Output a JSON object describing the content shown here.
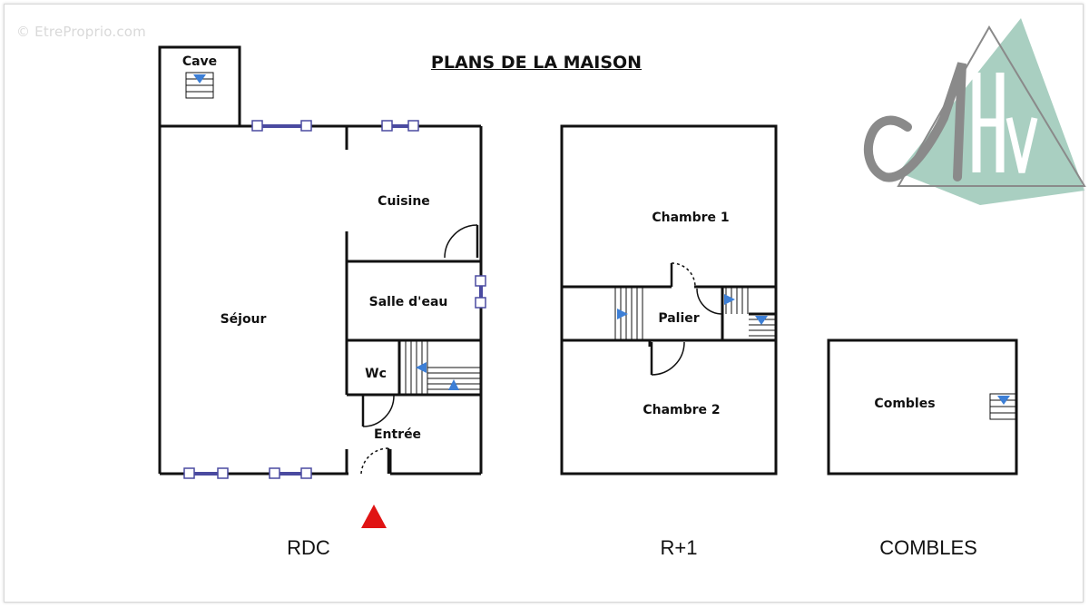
{
  "watermark": "© EtreProprio.com",
  "title": "PLANS DE LA MAISON",
  "levels": [
    "RDC",
    "R+1",
    "COMBLES"
  ],
  "rooms": {
    "cave": "Cave",
    "cuisine": "Cuisine",
    "sejour": "Séjour",
    "salle_eau": "Salle d'eau",
    "wc": "Wc",
    "entree": "Entrée",
    "chambre1": "Chambre 1",
    "chambre2": "Chambre 2",
    "palier": "Palier",
    "combles": "Combles"
  },
  "logo": {
    "letters": "AHv",
    "colors": {
      "triangle": "#a9cfc1",
      "letters": "#8a8a8a"
    }
  },
  "colors": {
    "wall": "#111111",
    "window": "#4a4aa0",
    "stair_arrow": "#3d7fd6",
    "entrance_marker": "#e01414"
  },
  "icons": [
    "stair-icon",
    "window-icon",
    "door-icon",
    "entrance-arrow-icon"
  ]
}
